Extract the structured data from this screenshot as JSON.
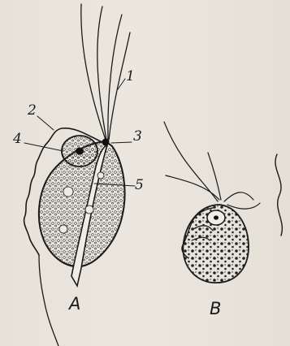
{
  "figure": {
    "labels": {
      "n1": "1",
      "n2": "2",
      "n3": "3",
      "n4": "4",
      "n5": "5",
      "A": "A",
      "B": "B"
    }
  }
}
